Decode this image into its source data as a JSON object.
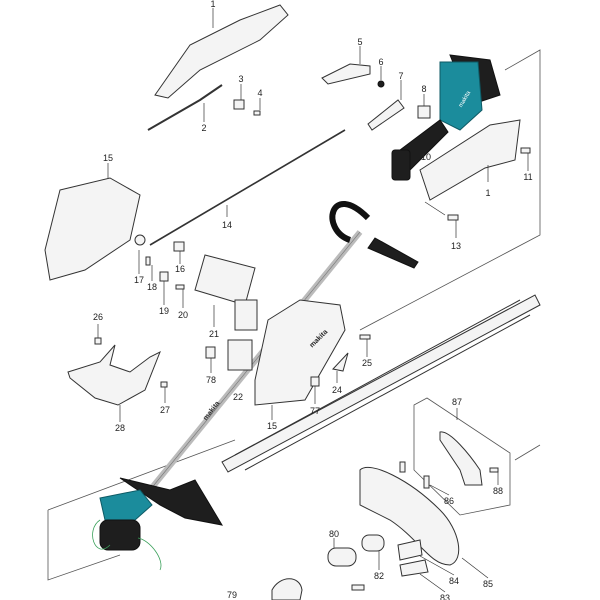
{
  "diagram": {
    "title": "Exploded parts diagram - cordless string trimmer",
    "brand_marks": [
      "makita",
      "makita",
      "makita"
    ],
    "colors": {
      "accent": "#1b8c9c",
      "line": "#333333",
      "trim_line": "#3aa05a"
    },
    "callouts": {
      "c1a": "1",
      "c2": "2",
      "c3": "3",
      "c4": "4",
      "c5": "5",
      "c6": "6",
      "c7": "7",
      "c8": "8",
      "c10": "10",
      "c1b": "1",
      "c11": "11",
      "c13": "13",
      "c14": "14",
      "c15a": "15",
      "c16": "16",
      "c17": "17",
      "c18": "18",
      "c19": "19",
      "c20": "20",
      "c21": "21",
      "c22": "22",
      "c24": "24",
      "c25": "25",
      "c26": "26",
      "c27": "27",
      "c28": "28",
      "c15b": "15",
      "c77": "77",
      "c78": "78",
      "c79": "79",
      "c80": "80",
      "c82": "82",
      "c83": "83",
      "c84": "84",
      "c85": "85",
      "c86": "86",
      "c87": "87",
      "c88": "88"
    }
  }
}
